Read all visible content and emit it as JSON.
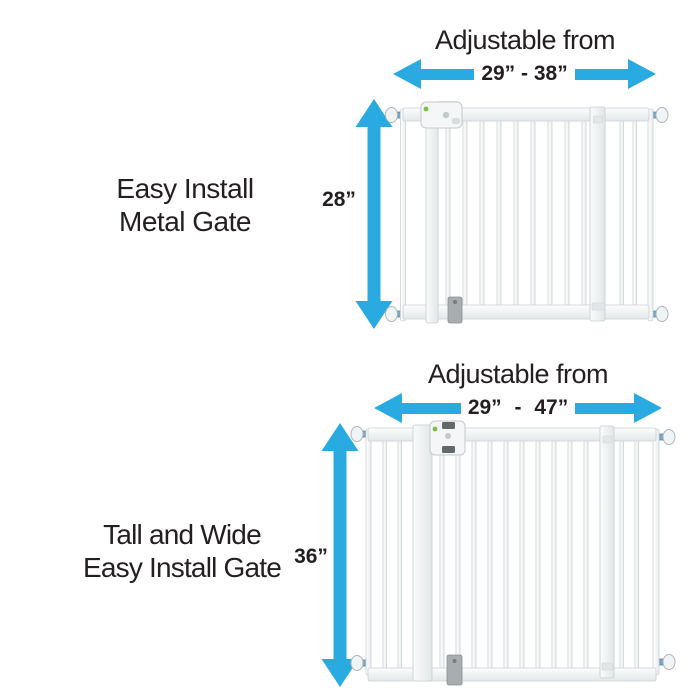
{
  "image_type": "product-dimensions-infographic",
  "colors": {
    "arrow_cyan": "#29ABE2",
    "text": "#231F20",
    "gate_white": "#FFFFFF",
    "latch_green_dot": "#7AC143",
    "knob_stem_blue": "#7BA3C2"
  },
  "icons": {
    "horizontal_double_arrow": "width-range-arrow-icon",
    "vertical_double_arrow": "height-range-arrow-icon",
    "gate_top": "white-metal-baby-gate-illustration",
    "gate_bottom": "tall-wide-white-metal-baby-gate-illustration"
  },
  "sections": [
    {
      "name": "Easy Install Metal Gate",
      "product_label_line1": "Easy Install",
      "product_label_line2": "Metal Gate",
      "adjustable_title": "Adjustable from",
      "width_range": "29” - 38”",
      "height": "28”"
    },
    {
      "name": "Tall and Wide Easy Install Gate",
      "product_label_line1": "Tall and Wide",
      "product_label_line2": "Easy Install Gate",
      "adjustable_title": "Adjustable from",
      "width_range": "29” - 47”",
      "height": "36”"
    }
  ]
}
